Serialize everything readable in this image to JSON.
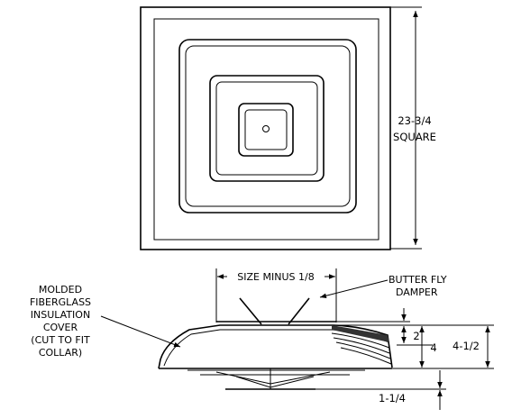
{
  "top_view": {
    "dimension": "23-3/4",
    "dimension_note": "SQUARE"
  },
  "side_view": {
    "size_label": "SIZE MINUS 1/8",
    "damper_label_line1": "BUTTER FLY",
    "damper_label_line2": "DAMPER",
    "cover_label_lines": [
      "MOLDED",
      "FIBERGLASS",
      "INSULATION",
      "COVER",
      "(CUT TO FIT",
      "COLLAR)"
    ],
    "dim_2": "2",
    "dim_4": "4",
    "dim_4_half": "4-1/2",
    "dim_1_quarter": "1-1/4"
  }
}
